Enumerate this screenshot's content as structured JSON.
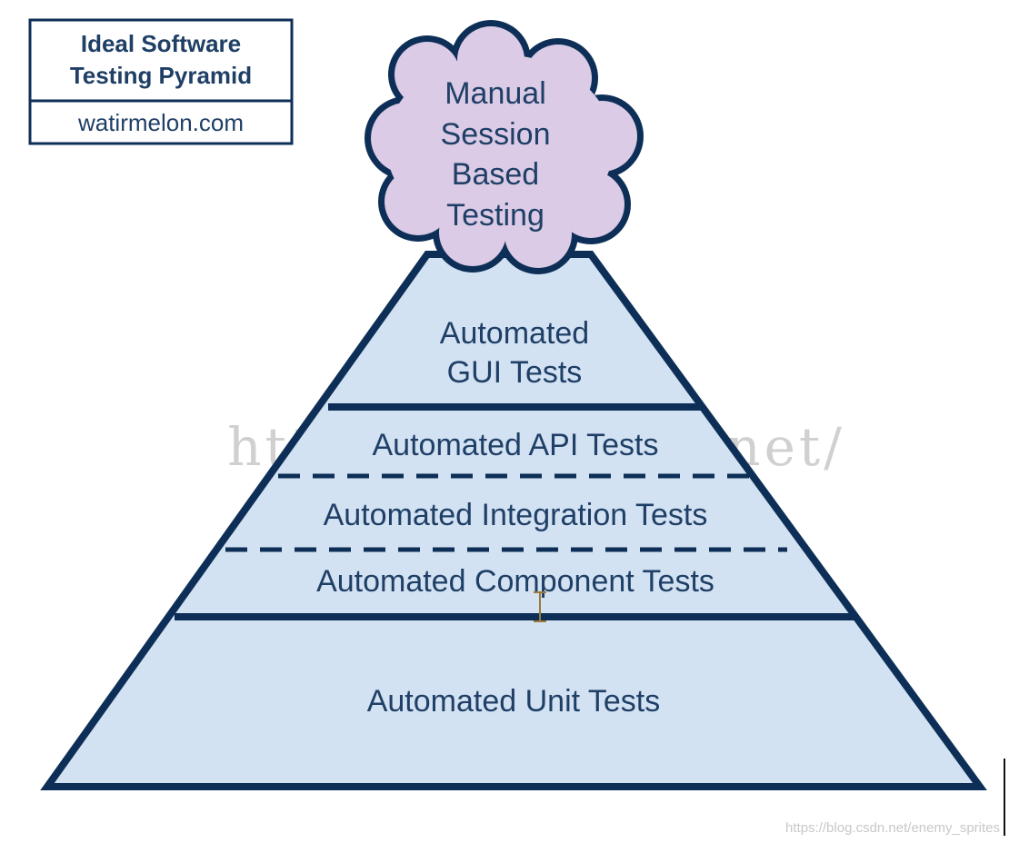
{
  "title_box": {
    "title_line1": "Ideal Software",
    "title_line2": "Testing Pyramid",
    "site": "watirmelon.com"
  },
  "cloud": {
    "line1": "Manual",
    "line2": "Session",
    "line3": "Based",
    "line4": "Testing"
  },
  "layers": {
    "gui_line1": "Automated",
    "gui_line2": "GUI Tests",
    "api": "Automated API Tests",
    "integration": "Automated Integration Tests",
    "component": "Automated Component Tests",
    "unit": "Automated Unit Tests"
  },
  "watermark": "http://blog.csdn.net/",
  "credit": "https://blog.csdn.net/enemy_sprites",
  "colors": {
    "outline": "#0d2f57",
    "fill_pyramid": "#d3e2f2",
    "fill_cloud": "#dbcbe6",
    "text": "#1f3f66"
  }
}
